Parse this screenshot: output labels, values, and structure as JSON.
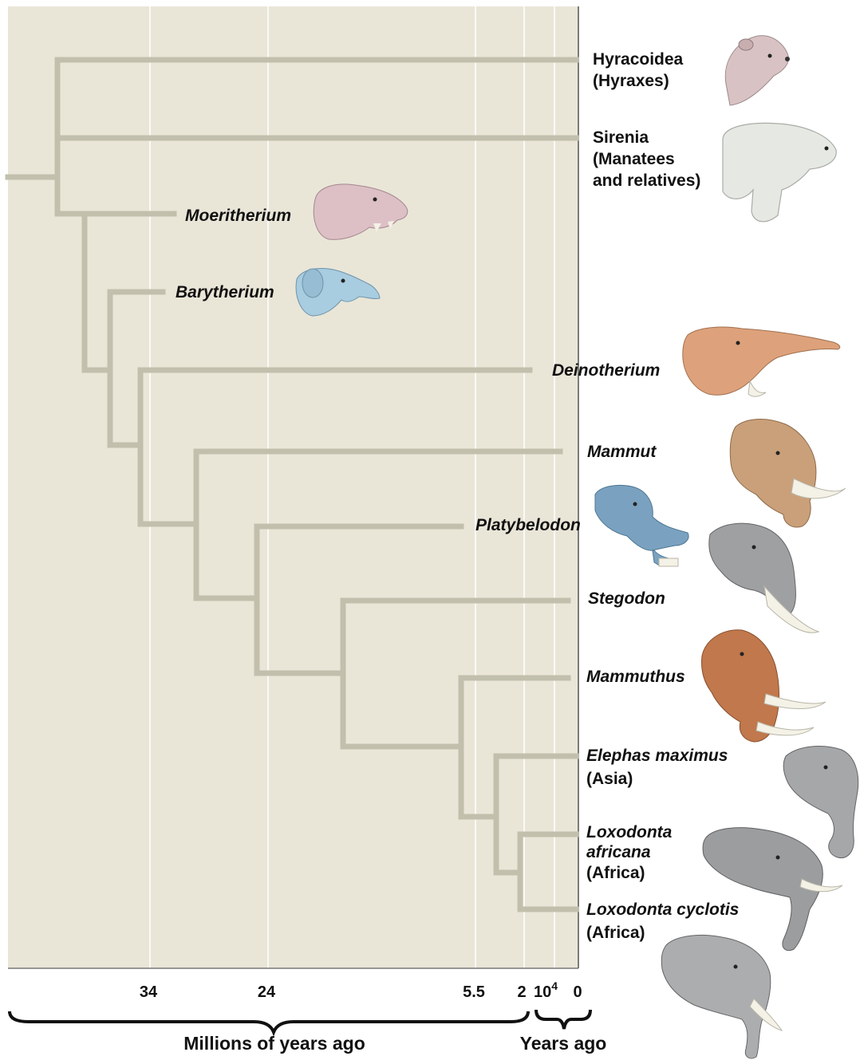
{
  "axis": {
    "ticks": [
      {
        "label": "34"
      },
      {
        "label": "24"
      },
      {
        "label": "5.5"
      },
      {
        "label": "2"
      },
      {
        "label": "10",
        "sup": "4"
      },
      {
        "label": "0"
      }
    ],
    "millions_label": "Millions of years ago",
    "years_label": "Years ago"
  },
  "taxa": {
    "hyracoidea": [
      "Hyracoidea",
      "(Hyraxes)"
    ],
    "sirenia": [
      "Sirenia",
      "(Manatees",
      "and relatives)"
    ],
    "moeritherium": "Moeritherium",
    "barytherium": "Barytherium",
    "deinotherium": "Deinotherium",
    "mammut": "Mammut",
    "platybelodon": "Platybelodon",
    "stegodon": "Stegodon",
    "mammuthus": "Mammuthus",
    "elephas": [
      "Elephas maximus",
      "(Asia)"
    ],
    "loxodonta_africana": [
      "Loxodonta",
      "africana",
      "(Africa)"
    ],
    "loxodonta_cyclotis": [
      "Loxodonta cyclotis",
      "(Africa)"
    ]
  },
  "colors": {
    "background": "#e9e6d8",
    "branch": "#c2c0ad",
    "gridline": "#ffffff"
  },
  "icons": [
    "hyrax-head-icon",
    "manatee-icon",
    "moeritherium-head-icon",
    "barytherium-head-icon",
    "deinotherium-head-icon",
    "mammut-head-icon",
    "platybelodon-head-icon",
    "stegodon-head-icon",
    "mammuthus-head-icon",
    "asian-elephant-head-icon",
    "african-bush-elephant-head-icon",
    "african-forest-elephant-head-icon"
  ]
}
